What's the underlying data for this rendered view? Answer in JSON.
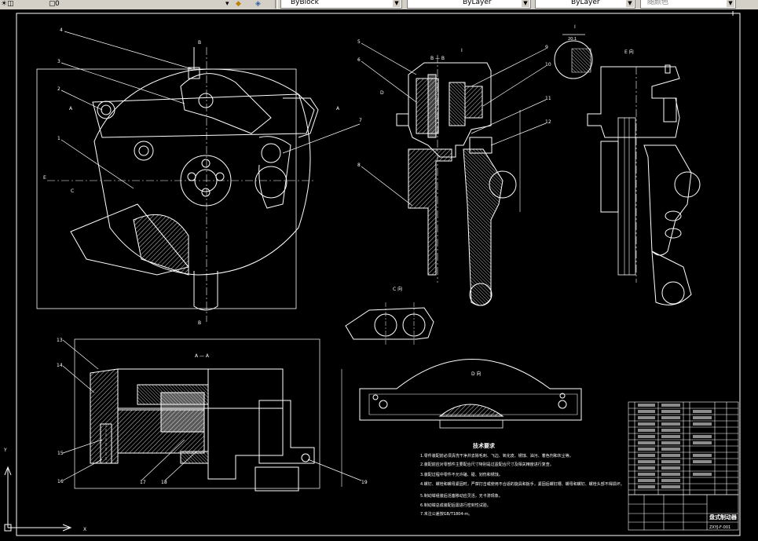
{
  "toolbar": {
    "layer_value": "0",
    "linetype_value": "ByBlock",
    "lineweight_value": "ByLayer",
    "plotstyle_value": "ByLayer",
    "color_value": "随颜色"
  },
  "views": {
    "section_bb": "B — B",
    "section_aa": "A — A",
    "view_e": "E 向",
    "view_c": "C 向",
    "view_d": "D 向",
    "detail_i": "I",
    "detail_scale": "20:1",
    "mark_b": "B",
    "mark_a": "A",
    "mark_c": "C",
    "mark_d": "D",
    "mark_e": "E"
  },
  "callouts": [
    "4",
    "3",
    "2",
    "1",
    "5",
    "6",
    "8",
    "9",
    "10",
    "11",
    "12",
    "7",
    "13",
    "14",
    "15",
    "16",
    "17",
    "18",
    "19"
  ],
  "notes": {
    "title": "技术要求",
    "lines": [
      "1.零件装配前必须清洗干净并去除毛刺、飞边、氧化皮、锈蚀、油污、着色剂和灰尘等。",
      "2.装配前应对零部件主要配合尺寸特别是过盈配合尺寸及相关精度进行复查。",
      "3.装配过程中零件不允许磕、碰、划伤和锈蚀。",
      "4.螺钉、螺栓和螺母紧固时，严禁打击或使用不合适的旋具和扳手，紧固后螺钉槽、螺母和螺钉、螺栓头部不得损坏。",
      "5.制动钳组装后活塞移动应灵活，无卡滞现象。",
      "6.制动钳总成装配后需进行密封性试验。",
      "7.未注公差按GB/T1804-m。"
    ]
  },
  "titleblock": {
    "name": "盘式制动器",
    "code": "ZXYJ-F-001"
  },
  "ucs": {
    "x": "X",
    "y": "Y"
  }
}
